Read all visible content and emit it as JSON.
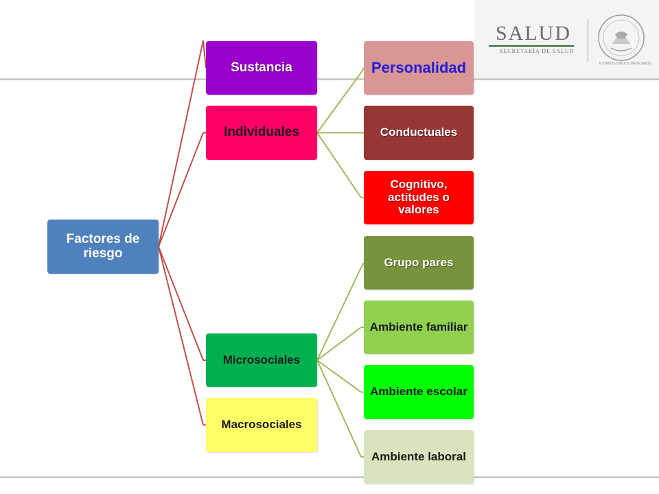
{
  "logo": {
    "brand": "SALUD",
    "subtitle": "SECRETARÍA DE SALUD",
    "seal_text": "ESTADOS UNIDOS MEXICANOS"
  },
  "diagram": {
    "root": {
      "label": "Factores de riesgo",
      "bg": "#4f81bd",
      "fg": "#ffffff"
    },
    "branches": [
      {
        "label": "Sustancia",
        "bg": "#9900cc",
        "fg": "#ffffff",
        "children": []
      },
      {
        "label": "Individuales",
        "bg": "#ff0066",
        "fg": "#1a1a1a",
        "children": [
          {
            "label": "Personalidad",
            "bg": "#da9694",
            "fg": "#1f1fd6"
          },
          {
            "label": "Conductuales",
            "bg": "#953735",
            "fg": "#ffffff"
          },
          {
            "label": "Cognitivo, actitudes o valores",
            "bg": "#ff0000",
            "fg": "#ffffff"
          }
        ]
      },
      {
        "label": "Microsociales",
        "bg": "#00b050",
        "fg": "#1a1a1a",
        "children": [
          {
            "label": "Grupo pares",
            "bg": "#77933c",
            "fg": "#ffffff"
          },
          {
            "label": "Ambiente familiar",
            "bg": "#92d050",
            "fg": "#1a1a1a"
          },
          {
            "label": "Ambiente escolar",
            "bg": "#00ff00",
            "fg": "#1a1a1a"
          },
          {
            "label": "Ambiente laboral",
            "bg": "#d7e4bd",
            "fg": "#1a1a1a"
          }
        ]
      },
      {
        "label": "Macrosociales",
        "bg": "#ffff66",
        "fg": "#1a1a1a",
        "children": []
      }
    ],
    "colors": {
      "root_connector": "#c0504d",
      "branch_connector": "#9bbb59"
    }
  }
}
